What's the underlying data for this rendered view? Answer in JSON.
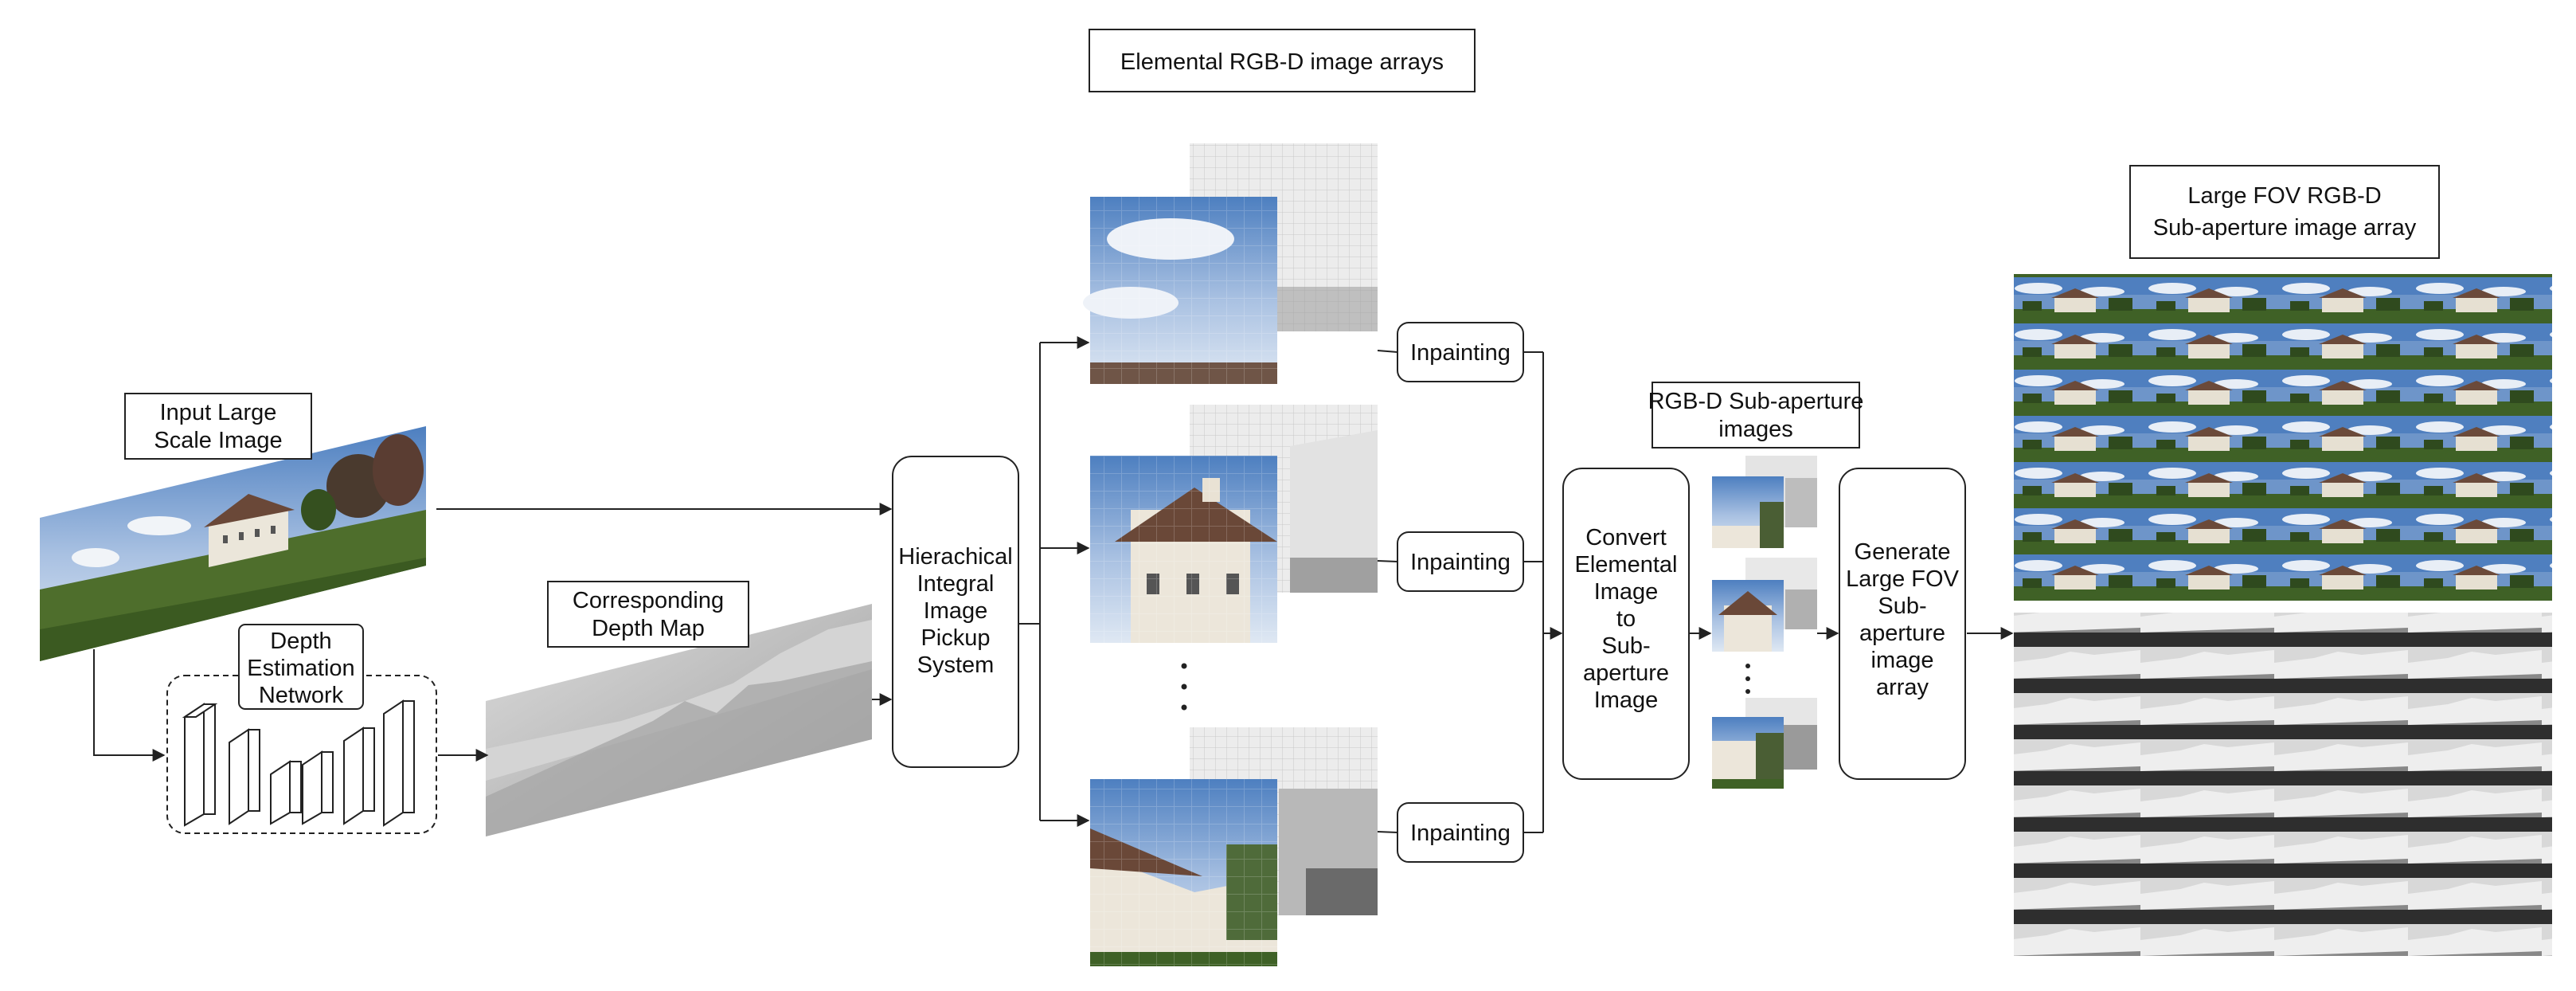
{
  "labels": {
    "input": [
      "Input Large",
      "Scale Image"
    ],
    "depth_net": [
      "Depth",
      "Estimation",
      "Network"
    ],
    "depth_map": [
      "Corresponding",
      "Depth Map"
    ],
    "pickup": [
      "Hierachical",
      "Integral",
      "Image",
      "Pickup",
      "System"
    ],
    "elemental": "Elemental RGB-D image arrays",
    "inpainting": [
      "Inpainting",
      "Inpainting",
      "Inpainting"
    ],
    "convert": [
      "Convert",
      "Elemental",
      "Image",
      "to",
      "Sub-",
      "aperture",
      "Image"
    ],
    "subaperture": [
      "RGB-D Sub-aperture",
      "images"
    ],
    "generate": [
      "Generate",
      "Large FOV",
      "Sub-",
      "aperture",
      "image",
      "array"
    ],
    "large_fov": [
      "Large FOV RGB-D",
      "Sub-aperture image array"
    ]
  },
  "colors": {
    "sky": "#6f95c8",
    "cloud": "#e6ecf4",
    "grass": "#4c6b2a",
    "building": "#e8e2d6",
    "roof": "#6b4a3a",
    "depth_light": "#e8e8e8",
    "depth_dark": "#8a8a8a"
  }
}
